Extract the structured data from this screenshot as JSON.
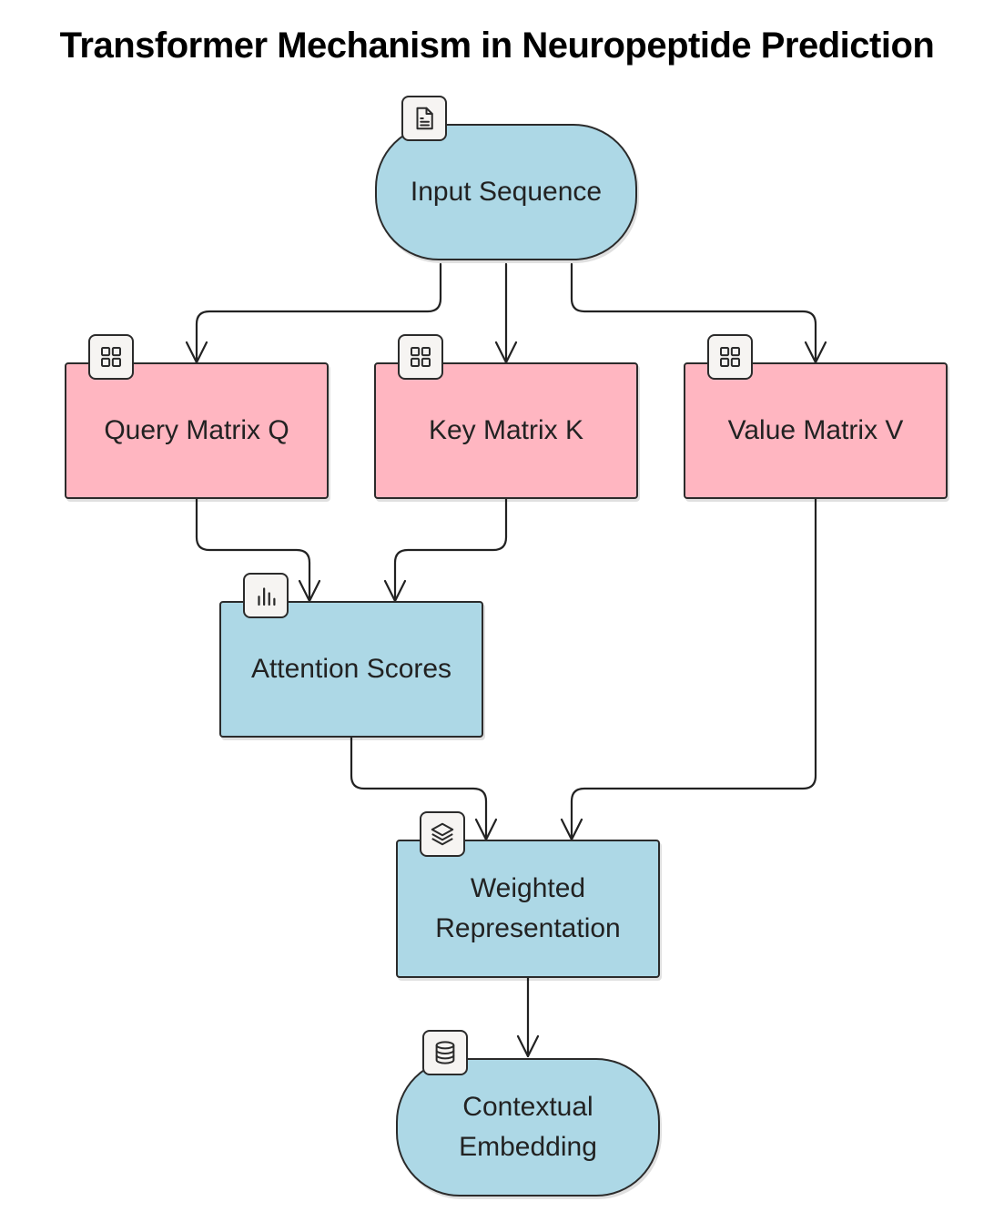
{
  "title": "Transformer Mechanism in Neuropeptide Prediction",
  "nodes": {
    "input": {
      "label": "Input Sequence",
      "icon": "document-icon"
    },
    "query": {
      "label": "Query Matrix Q",
      "icon": "grid-icon"
    },
    "key": {
      "label": "Key Matrix K",
      "icon": "grid-icon"
    },
    "value": {
      "label": "Value Matrix V",
      "icon": "grid-icon"
    },
    "attention": {
      "label": "Attention Scores",
      "icon": "bar-chart-icon"
    },
    "weighted": {
      "label": "Weighted Representation",
      "icon": "layers-icon"
    },
    "embedding": {
      "label": "Contextual Embedding",
      "icon": "database-icon"
    }
  },
  "edges": [
    {
      "from": "input",
      "to": "query"
    },
    {
      "from": "input",
      "to": "key"
    },
    {
      "from": "input",
      "to": "value"
    },
    {
      "from": "query",
      "to": "attention"
    },
    {
      "from": "key",
      "to": "attention"
    },
    {
      "from": "attention",
      "to": "weighted"
    },
    {
      "from": "value",
      "to": "weighted"
    },
    {
      "from": "weighted",
      "to": "embedding"
    }
  ],
  "colors": {
    "process": "#add8e6",
    "matrix": "#ffb6c1",
    "stroke": "#2b2b2b"
  }
}
